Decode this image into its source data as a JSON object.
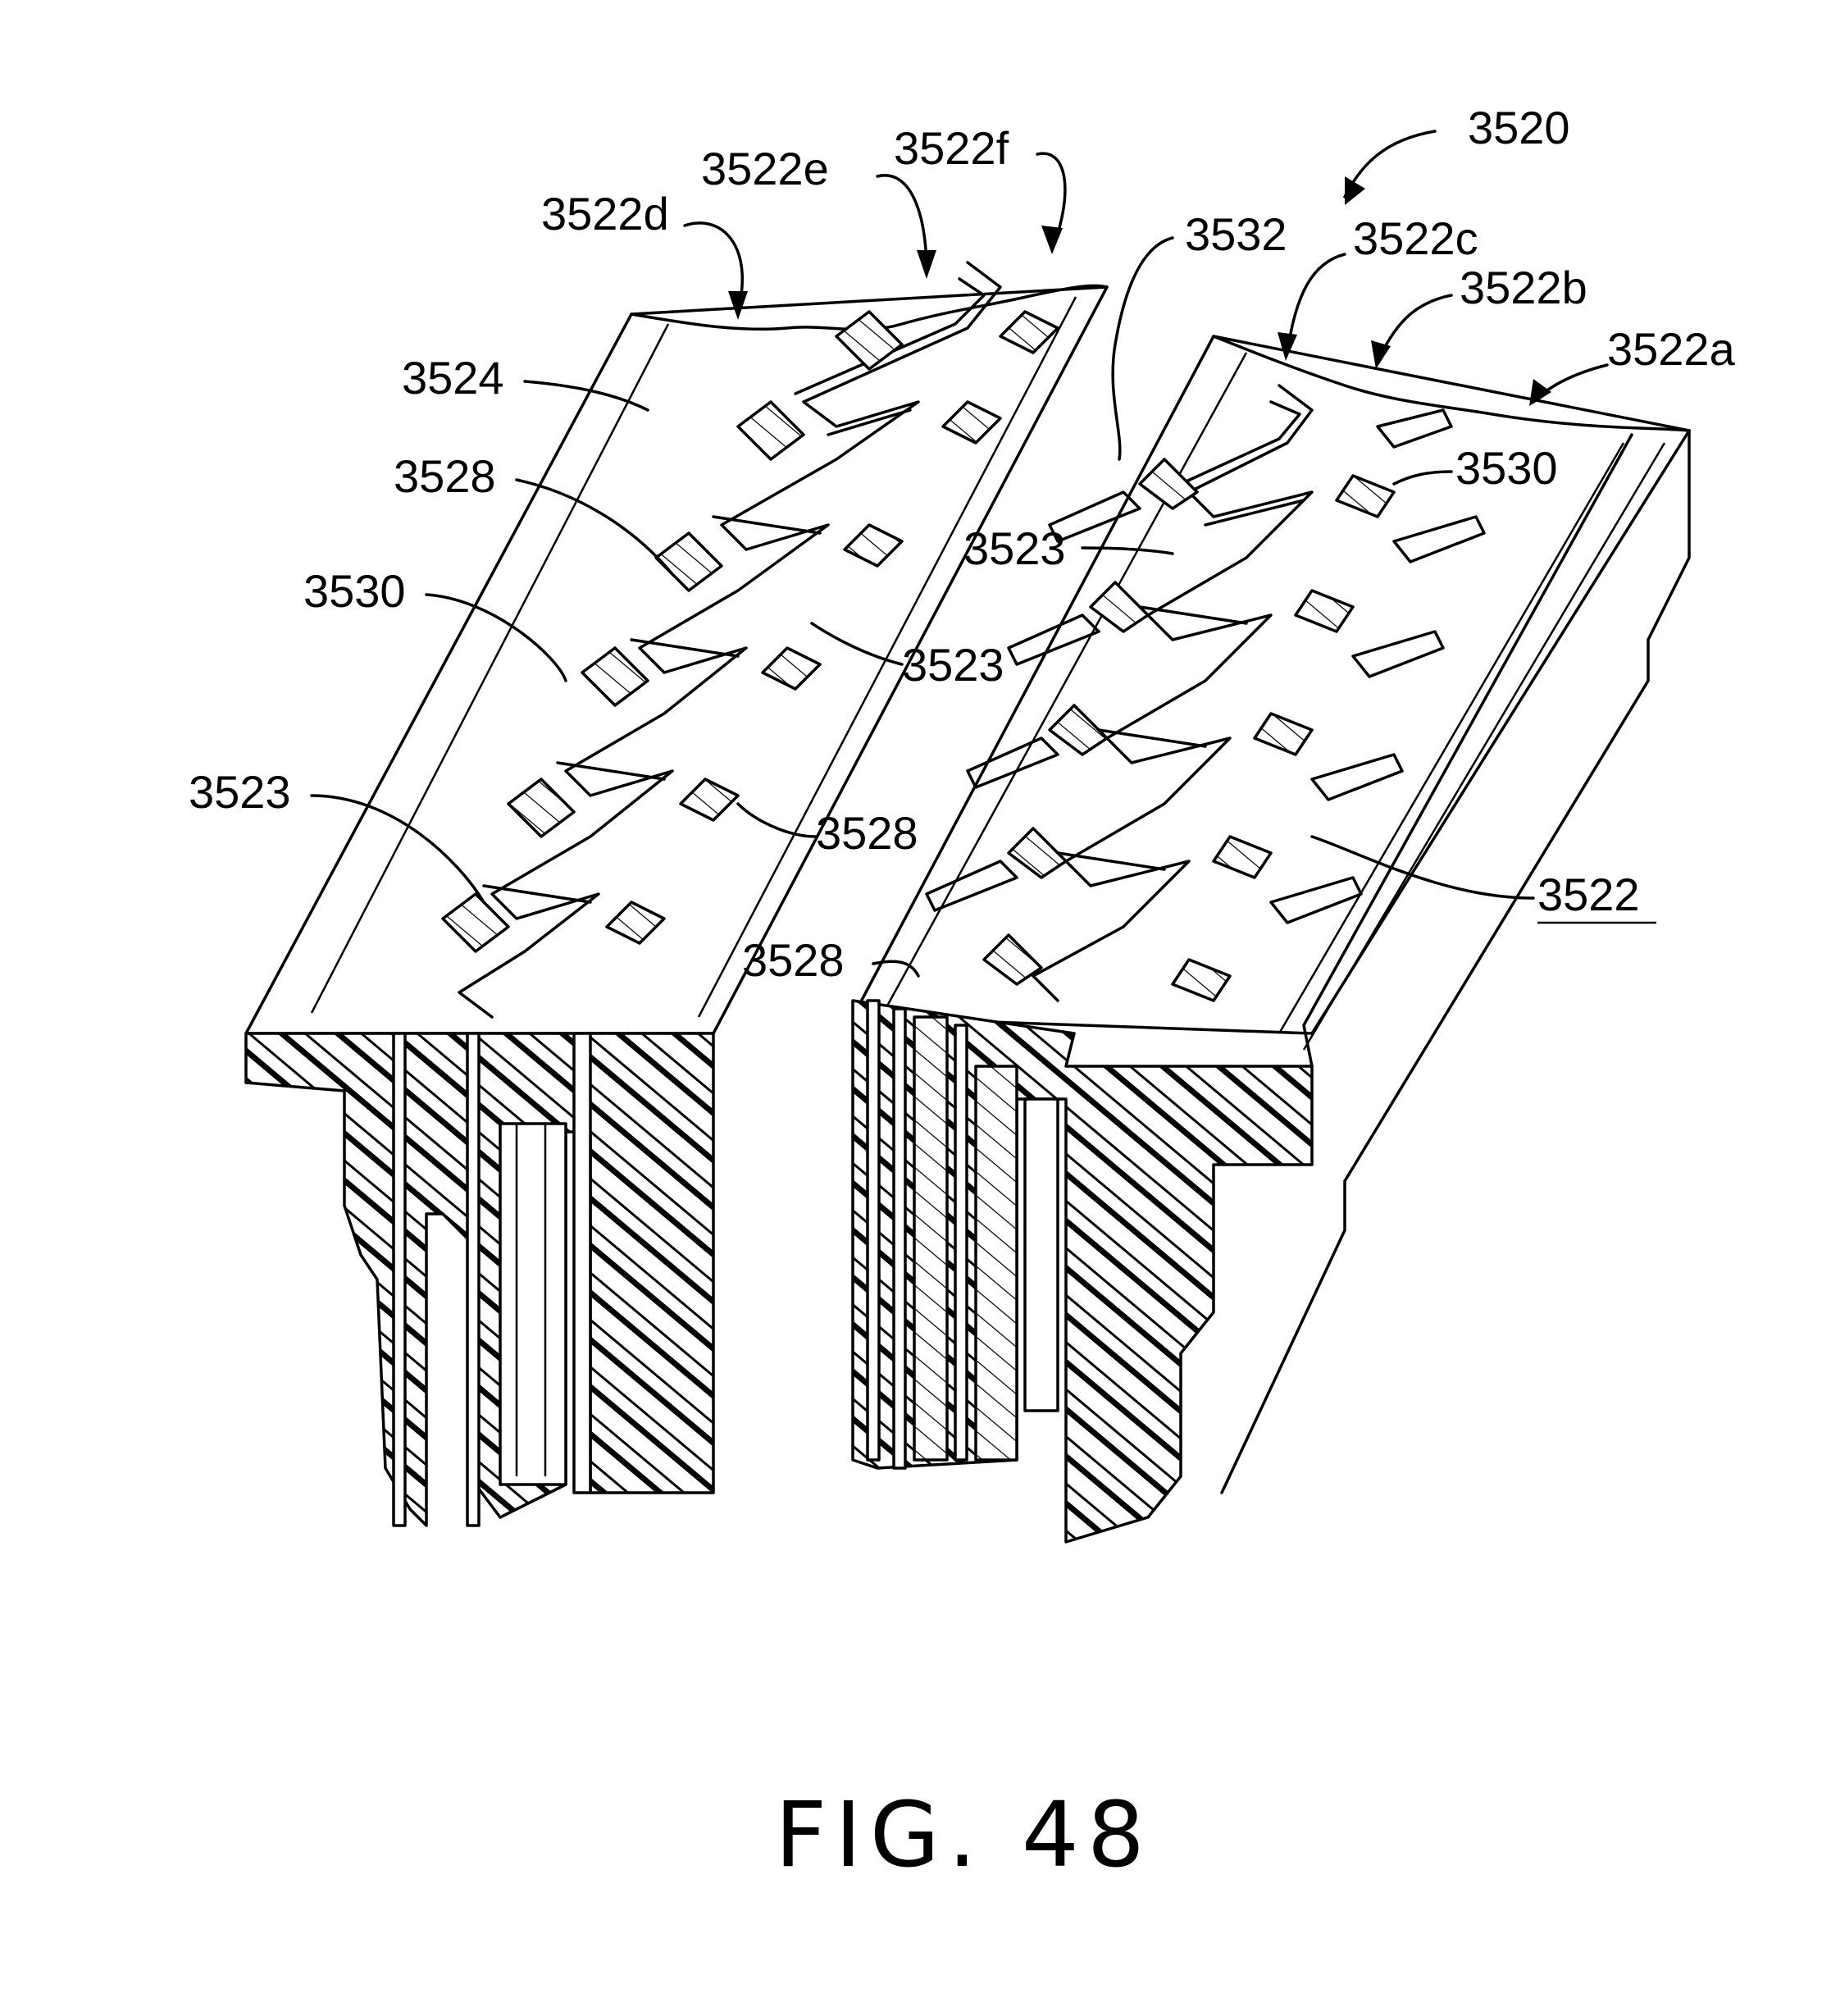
{
  "figure": {
    "caption": "FIG. 48",
    "assembly_ref": "3520",
    "component_ref": "3522"
  },
  "labels": {
    "l_3522d": "3522d",
    "l_3522e": "3522e",
    "l_3522f": "3522f",
    "l_3532": "3532",
    "l_3522c": "3522c",
    "l_3522b": "3522b",
    "l_3522a": "3522a",
    "l_3524": "3524",
    "l_3528_left": "3528",
    "l_3530_left": "3530",
    "l_3523_mid": "3523",
    "l_3523_left": "3523",
    "l_3528_mid": "3528",
    "l_3528_right": "3528",
    "l_3523_right": "3523",
    "l_3530_right": "3530"
  },
  "colors": {
    "ink": "#000000",
    "paper": "#ffffff"
  }
}
